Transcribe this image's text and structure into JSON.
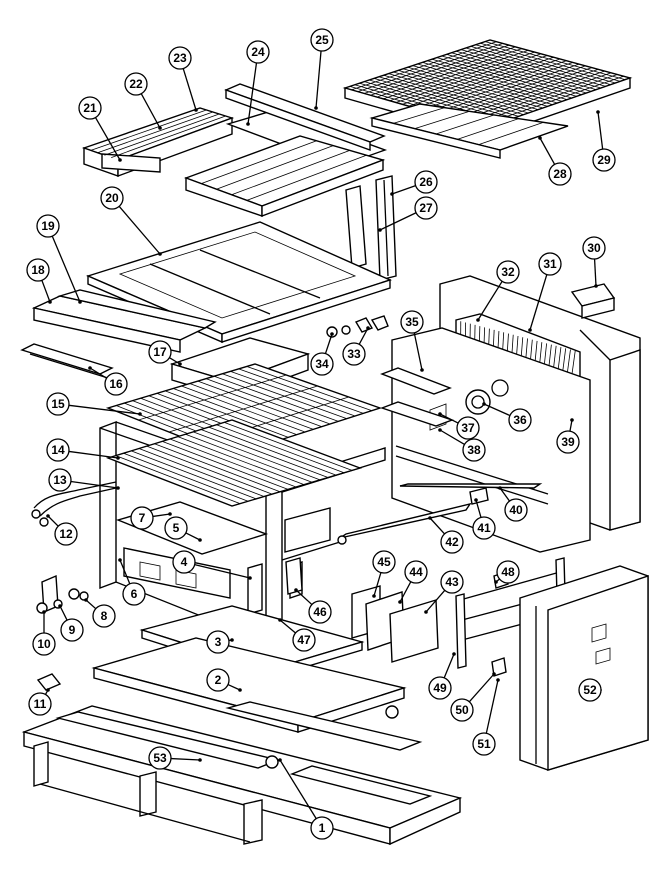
{
  "labels": [
    "1",
    "2",
    "3",
    "4",
    "5",
    "6",
    "7",
    "8",
    "9",
    "10",
    "11",
    "12",
    "13",
    "14",
    "15",
    "16",
    "17",
    "18",
    "19",
    "20",
    "21",
    "22",
    "23",
    "24",
    "25",
    "26",
    "27",
    "28",
    "29",
    "30",
    "31",
    "32",
    "33",
    "34",
    "35",
    "36",
    "37",
    "38",
    "39",
    "40",
    "41",
    "42",
    "43",
    "44",
    "45",
    "46",
    "47",
    "48",
    "49",
    "50",
    "51",
    "52",
    "53"
  ]
}
